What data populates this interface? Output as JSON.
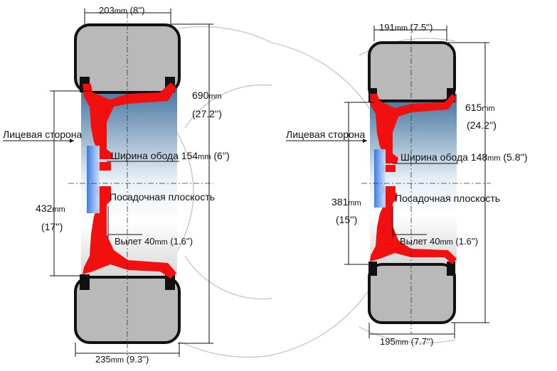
{
  "left_wheel": {
    "width_top_mm": "203",
    "width_top_in": "(8'')",
    "diameter_mm": "690",
    "diameter_in": "(27.2'')",
    "face_label": "Лицевая сторона",
    "rim_width_label": "Ширина обода 154",
    "rim_width_mm": "mm",
    "rim_width_in": "(6'')",
    "mounting_label": "Посадочная плоскость",
    "rim_diameter_mm": "432",
    "rim_diameter_in": "(17'')",
    "offset_label": "Вылет 40",
    "offset_mm": "mm",
    "offset_in": "(1.6'')",
    "width_bottom_mm": "235",
    "width_bottom_in": "(9.3'')"
  },
  "right_wheel": {
    "width_top_mm": "191",
    "width_top_in": "(7.5'')",
    "diameter_mm": "615",
    "diameter_in": "(24.2'')",
    "face_label": "Лицевая сторона",
    "rim_width_label": "Ширина обода  148",
    "rim_width_mm": "mm",
    "rim_width_in": "(5.8'')",
    "mounting_label": "Посадочная плоскость",
    "rim_diameter_mm": "381",
    "rim_diameter_in": "(15'')",
    "offset_label": "Вылет 40",
    "offset_mm": "mm",
    "offset_in": "(1.6'')",
    "width_bottom_mm": "195",
    "width_bottom_in": "(7.7'')"
  },
  "units": {
    "mm": "mm"
  },
  "colors": {
    "tire": "#b9b9b9",
    "rim": "#f20f0f",
    "rim_face_blue": "#3f86ea",
    "arc": "#c8c8c8"
  }
}
